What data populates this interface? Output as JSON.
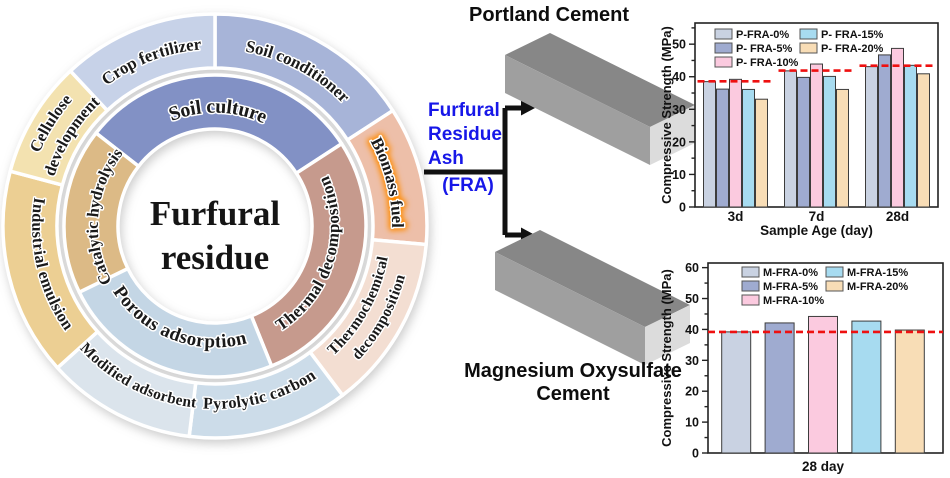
{
  "donut": {
    "center_lines": [
      "Furfural",
      "residue"
    ],
    "outer_ring": [
      {
        "label": "Soil conditioner",
        "lines": [
          "Soil conditioner"
        ],
        "color": "#a7b4d8",
        "start": 0,
        "end": 57,
        "text": {
          "dir": "cw",
          "radii": [
            181
          ],
          "size": 17,
          "arc": [
            -4,
            60
          ]
        }
      },
      {
        "label": "Biomass fuel",
        "lines": [
          "Biomass fuel"
        ],
        "color": "#edbfa9",
        "start": 57,
        "end": 95,
        "text": {
          "dir": "cw",
          "radii": [
            181
          ],
          "size": 17,
          "arc": [
            50,
            102
          ],
          "glow": "#ff8a00"
        }
      },
      {
        "label": "Thermochemical decomposition",
        "lines": [
          "Thermochemical",
          "decomposition"
        ],
        "color": "#f3ded2",
        "start": 95,
        "end": 143,
        "text": {
          "dir": "ccw",
          "radii": [
            172,
            193
          ],
          "size": 15.5,
          "arc": [
            92,
            146
          ]
        }
      },
      {
        "label": "Pyrolytic carbon",
        "lines": [
          "Pyrolytic carbon"
        ],
        "color": "#ccdce9",
        "start": 143,
        "end": 187,
        "text": {
          "dir": "ccw",
          "radii": [
            179
          ],
          "size": 16.5,
          "arc": [
            138,
            192
          ]
        }
      },
      {
        "label": "Modified adsorbent",
        "lines": [
          "Modified adsorbent"
        ],
        "color": "#dbe4ec",
        "start": 187,
        "end": 228,
        "text": {
          "dir": "ccw",
          "radii": [
            179
          ],
          "size": 15.5,
          "arc": [
            180,
            234
          ]
        }
      },
      {
        "label": "Industrial emulsion",
        "lines": [
          "Industrial emulsion"
        ],
        "color": "#eccf93",
        "start": 228,
        "end": 285,
        "text": {
          "dir": "ccw",
          "radii": [
            179
          ],
          "size": 16.5,
          "arc": [
            222,
            292
          ]
        }
      },
      {
        "label": "Cellulose development",
        "lines": [
          "Cellulose",
          "development"
        ],
        "color": "#f3e2b0",
        "start": 285,
        "end": 317,
        "text": {
          "dir": "cw",
          "radii": [
            194,
            172
          ],
          "size": 16.5,
          "arc": [
            283,
            321
          ]
        }
      },
      {
        "label": "Crop fertilizer",
        "lines": [
          "Crop fertilizer"
        ],
        "color": "#c7d2e8",
        "start": 317,
        "end": 360,
        "text": {
          "dir": "cw",
          "radii": [
            181
          ],
          "size": 17,
          "arc": [
            312,
            366
          ]
        }
      }
    ],
    "inner_ring": [
      {
        "label": "Soil culture",
        "lines": [
          "Soil culture"
        ],
        "color": "#8291c5",
        "start": 308,
        "end": 417,
        "text": {
          "dir": "cw",
          "radii": [
            118
          ],
          "size": 20,
          "arc": [
            303,
            420
          ]
        }
      },
      {
        "label": "Thermal decomposition",
        "lines": [
          "Thermal decomposition"
        ],
        "color": "#c69a8d",
        "start": 57,
        "end": 158,
        "text": {
          "dir": "ccw",
          "radii": [
            120
          ],
          "size": 17,
          "arc": [
            52,
            162
          ]
        }
      },
      {
        "label": "Porous adsorption",
        "lines": [
          "Porous adsorption"
        ],
        "color": "#c4d6e5",
        "start": 158,
        "end": 244,
        "text": {
          "dir": "ccw",
          "radii": [
            117
          ],
          "size": 19,
          "arc": [
            152,
            250
          ]
        }
      },
      {
        "label": "Catalytic hydrolysis",
        "lines": [
          "Catalytic hydrolysis"
        ],
        "color": "#dcba86",
        "start": 244,
        "end": 308,
        "text": {
          "dir": "cw",
          "radii": [
            121
          ],
          "size": 16.5,
          "arc": [
            232,
            318
          ]
        }
      }
    ]
  },
  "middle": {
    "portland_label": "Portland Cement",
    "mos_lines": [
      "Magnesium Oxysulfate",
      "Cement"
    ],
    "fra_lines": [
      "Furfural",
      "Residue",
      "Ash"
    ],
    "fra_paren": "(FRA)",
    "fra_color": "#1717e8",
    "arrow_color": "#111111",
    "beam_colors": {
      "top": "#878787",
      "front": "#9f9f9f",
      "end": "#dcdcdc"
    }
  },
  "chart_data": [
    {
      "type": "bar",
      "title": "",
      "ylabel": "Compressive Strength (MPa)",
      "xlabel": "Sample Age (day)",
      "categories": [
        "3d",
        "7d",
        "28d"
      ],
      "series": [
        {
          "name": "P-FRA-0%",
          "color": "#c9d2e2",
          "values": [
            38.5,
            41.8,
            43.1
          ]
        },
        {
          "name": "P- FRA-5%",
          "color": "#9fabd0",
          "values": [
            36.2,
            39.8,
            46.7
          ]
        },
        {
          "name": "P- FRA-10%",
          "color": "#fbcadf",
          "values": [
            39.2,
            43.9,
            48.7
          ]
        },
        {
          "name": "P- FRA-15%",
          "color": "#a7dbf0",
          "values": [
            36.1,
            40.1,
            43.5
          ]
        },
        {
          "name": "P- FRA-20%",
          "color": "#f8ddb6",
          "values": [
            33.1,
            36.1,
            40.9
          ]
        }
      ],
      "reference_lines": {
        "color": "#ee1010",
        "style": "dashed",
        "span": "group",
        "values": [
          38.6,
          41.9,
          43.4
        ]
      },
      "ylim": [
        0,
        56.5
      ],
      "yticks": [
        0,
        10,
        20,
        30,
        40,
        50
      ],
      "minor_step": 5,
      "grid": false,
      "legend_position": "top-inside"
    },
    {
      "type": "bar",
      "title": "",
      "ylabel": "Compressive Strength (MPa)",
      "xlabel": "",
      "categories": [
        "28 day"
      ],
      "series": [
        {
          "name": "M-FRA-0%",
          "color": "#c9d2e2",
          "values": [
            39.2
          ]
        },
        {
          "name": "M-FRA-5%",
          "color": "#9fabd0",
          "values": [
            42.1
          ]
        },
        {
          "name": "M-FRA-10%",
          "color": "#fbcadf",
          "values": [
            44.2
          ]
        },
        {
          "name": "M-FRA-15%",
          "color": "#a7dbf0",
          "values": [
            42.7
          ]
        },
        {
          "name": "M-FRA-20%",
          "color": "#f8ddb6",
          "values": [
            39.8
          ]
        }
      ],
      "reference_lines": {
        "color": "#ee1010",
        "style": "dashed",
        "span": "full",
        "values": [
          39.2
        ]
      },
      "ylim": [
        0,
        61.5
      ],
      "yticks": [
        0,
        10,
        20,
        30,
        40,
        50,
        60
      ],
      "minor_step": 5,
      "grid": false,
      "legend_position": "top-inside"
    }
  ]
}
